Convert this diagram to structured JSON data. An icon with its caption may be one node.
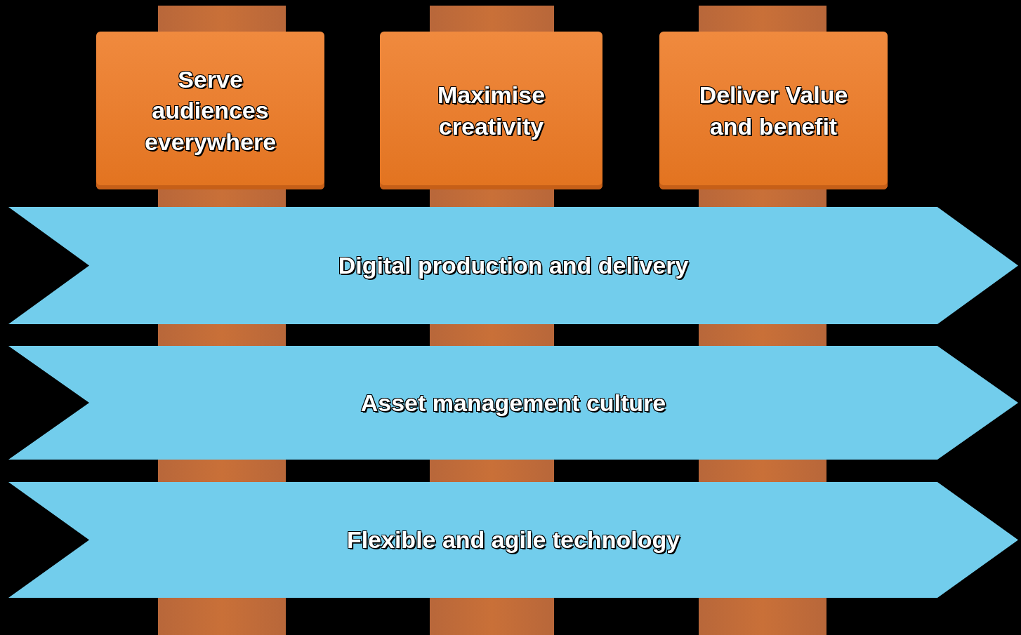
{
  "diagram": {
    "nodes": [
      {
        "text": [
          "Serve audiences everywhere"
        ]
      },
      {
        "text": [
          "Maximise creativity"
        ]
      },
      {
        "text": [
          "Deliver Value and benefit"
        ]
      },
      {
        "text": [
          "Digital production and delivery"
        ]
      },
      {
        "text": [
          "Asset management culture"
        ]
      },
      {
        "text": [
          "Flexible and agile technology"
        ]
      },
      {
        "text": [],
        "shape": "bar"
      },
      {
        "text": [],
        "shape": "bar"
      },
      {
        "text": [],
        "shape": "bar"
      },
      {
        "text": [],
        "shape": "bar"
      },
      {
        "text": [],
        "shape": "bar"
      },
      {
        "text": [],
        "shape": "bar"
      },
      {
        "text": [],
        "shape": "bar"
      },
      {
        "text": [],
        "shape": "bar"
      },
      {
        "text": [],
        "shape": "bar"
      },
      {
        "text": [],
        "shape": "bar"
      },
      {
        "text": [],
        "shape": "bar"
      },
      {
        "text": [],
        "shape": "bar"
      },
      {
        "text": [],
        "shape": "bar"
      },
      {
        "text": [],
        "shape": "bar"
      },
      {
        "text": [],
        "shape": "bar"
      }
    ]
  }
}
